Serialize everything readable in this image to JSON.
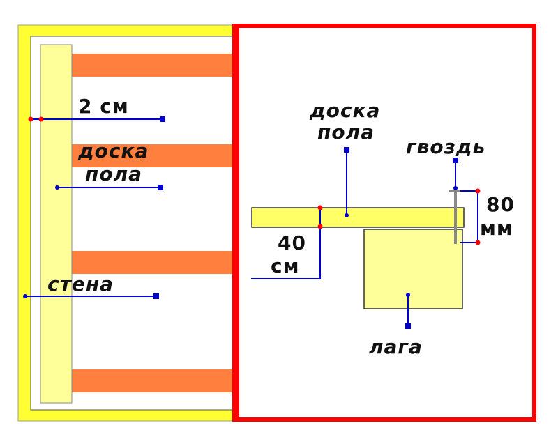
{
  "colors": {
    "frame_yellow": "#ffff33",
    "wall_light": "#ffff99",
    "joist_orange": "#ff7f3f",
    "red_border": "#ff0000",
    "leader_blue": "#0000cc",
    "dot_red": "#ff0000",
    "nail_gray": "#888888"
  },
  "left_plan": {
    "dim_label": "2 см",
    "board_label_line1": "доска",
    "board_label_line2": "пола",
    "wall_label": "стена"
  },
  "right_section": {
    "board_label_line1": "доска",
    "board_label_line2": "пола",
    "nail_label": "гвоздь",
    "nail_dim_line1": "80",
    "nail_dim_line2": "мм",
    "board_dim_line1": "40",
    "board_dim_line2": "см",
    "joist_label": "лага"
  }
}
